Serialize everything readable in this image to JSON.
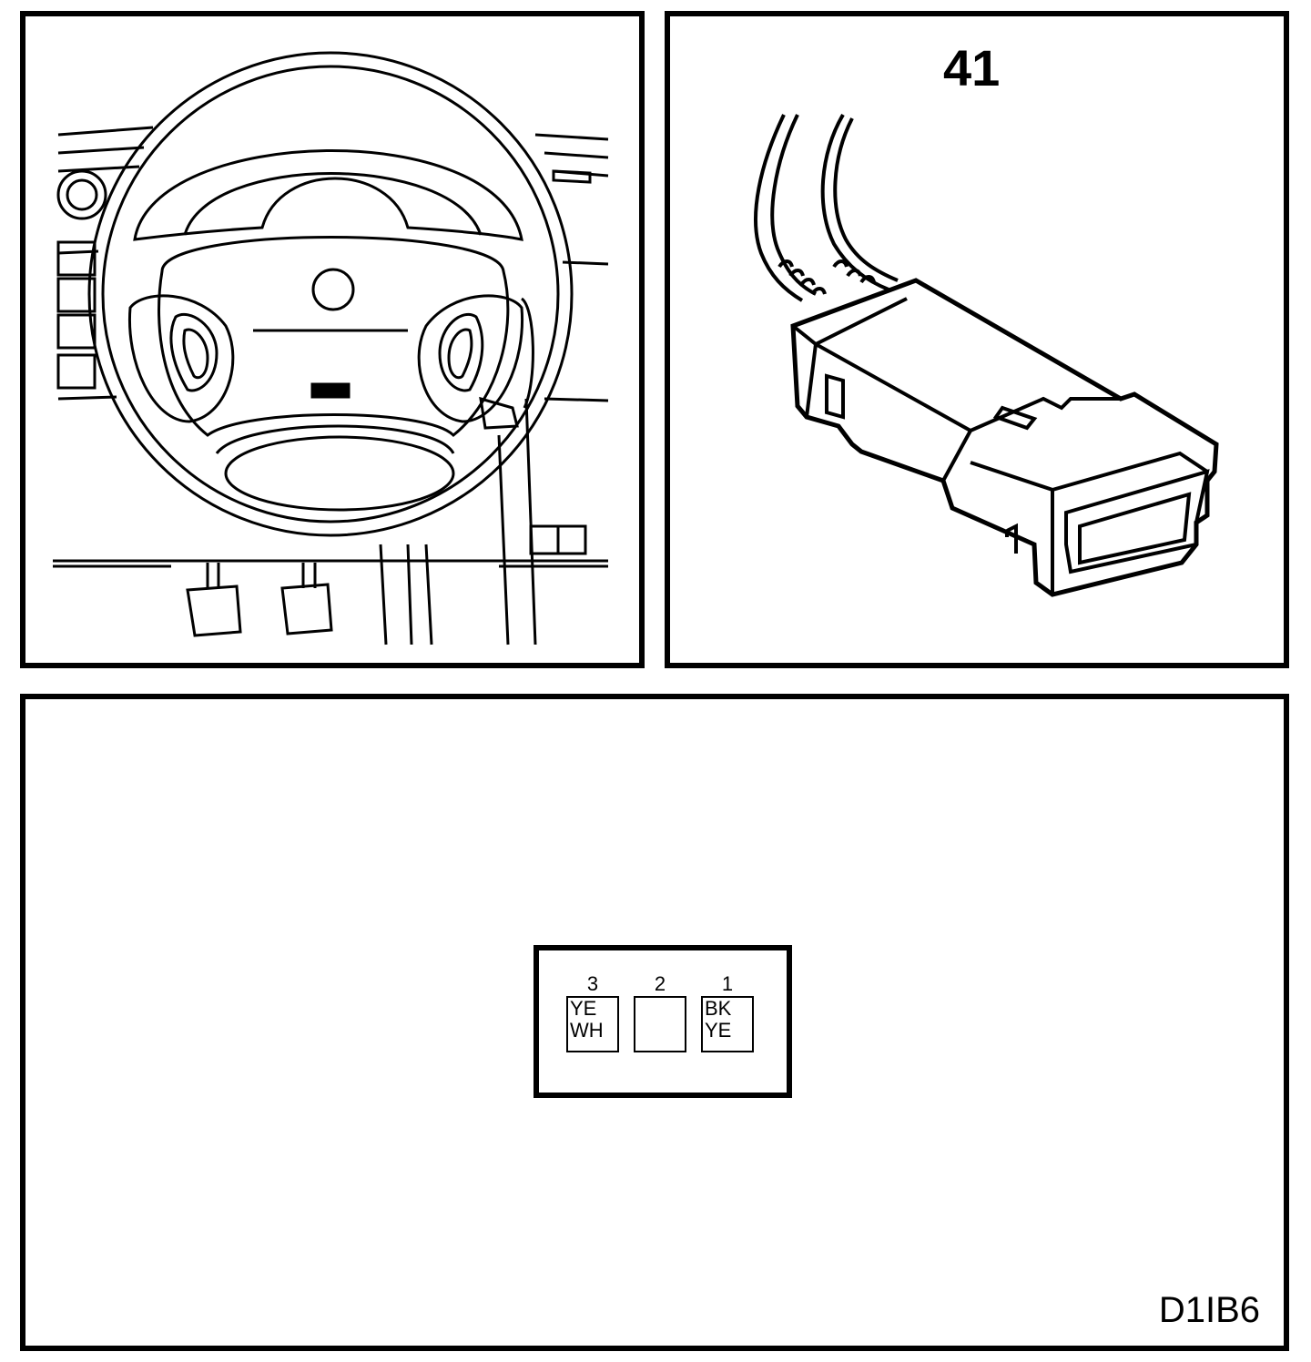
{
  "connector": {
    "number": "41"
  },
  "pinout": {
    "pins": [
      {
        "number": "3",
        "color_top": "YE",
        "color_bottom": "WH"
      },
      {
        "number": "2",
        "color_top": "",
        "color_bottom": ""
      },
      {
        "number": "1",
        "color_top": "BK",
        "color_bottom": "YE"
      }
    ]
  },
  "drawing_code": "D1IB6"
}
